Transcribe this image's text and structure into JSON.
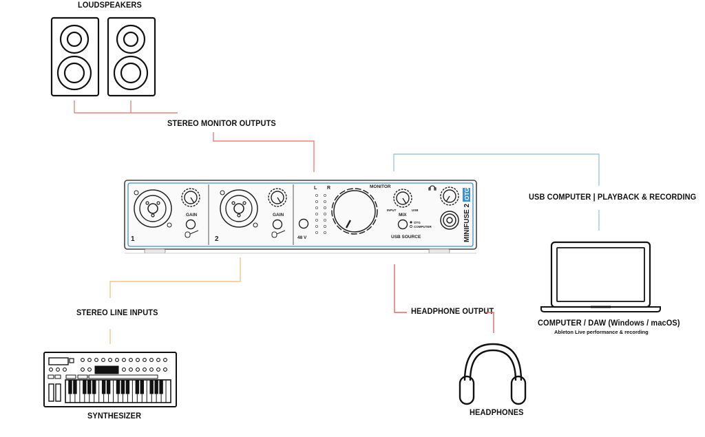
{
  "labels": {
    "loudspeakers": "LOUDSPEAKERS",
    "stereo_monitor_outputs": "STEREO MONITOR OUTPUTS",
    "usb_computer": "USB COMPUTER | PLAYBACK & RECORDING",
    "stereo_line_inputs": "STEREO LINE INPUTS",
    "headphone_output": "HEADPHONE OUTPUT",
    "computer_daw": "COMPUTER / DAW (Windows / macOS)",
    "computer_daw_sub": "Ableton Live performance & recording",
    "synthesizer": "SYNTHESIZER",
    "headphones": "HEADPHONES"
  },
  "device": {
    "gain_label": "GAIN",
    "channel_1": "1",
    "channel_2": "2",
    "phantom_label": "48 V",
    "meter_left": "L",
    "meter_right": "R",
    "monitor_label": "MONITOR",
    "mix_label": "MIX",
    "mix_input": "INPUT",
    "mix_usb": "USB",
    "usb_source_label": "USB SOURCE",
    "usb_source_otg": "OTG",
    "usb_source_computer": "COMPUTER",
    "brand": "MINIFUSE 2",
    "brand_badge": "OTG"
  },
  "colors": {
    "monitor_line": "#e8847c",
    "usb_line": "#9cc8e6",
    "input_line": "#f2c48a",
    "headphone_line": "#e06a60",
    "device_accent": "#3d8fd6"
  }
}
